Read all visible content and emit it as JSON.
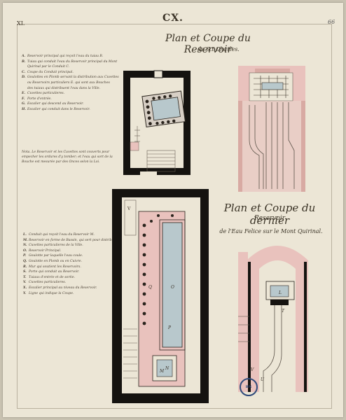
{
  "header": {
    "plate_number": "CX.",
    "sheet_number": "XI.",
    "page_number": "66"
  },
  "titles": {
    "plan1": "Plan et Coupe du Reservoir",
    "plan1_sub": "de S.t Charles.",
    "plan2": "Plan et Coupe du dernier",
    "plan2_sub": "Reservoir",
    "plan2_sub2": "de l'Eau Felice sur le Mont Quirinal."
  },
  "legend1": [
    {
      "key": "A.",
      "text": "Reservoir principal qui reçoit l'eau du tuiau B."
    },
    {
      "key": "B.",
      "text": "Tuiau qui conduit l'eau du Reservoir principal du Mont"
    },
    {
      "key": "",
      "text": "Quirinal par le Conduit C."
    },
    {
      "key": "C.",
      "text": "Coupe du Conduit principal."
    },
    {
      "key": "D.",
      "text": "Goulottes en Plomb servant la distribution aux Cuvettes"
    },
    {
      "key": "",
      "text": "ou Reservoirs particuliers E. qui sont aux Bouches"
    },
    {
      "key": "",
      "text": "des tuiaux qui distribuent l'eau dans la Ville."
    },
    {
      "key": "E.",
      "text": "Cuvettes particulieres."
    },
    {
      "key": "F.",
      "text": "Porte d'entrée."
    },
    {
      "key": "G.",
      "text": "Escalier qui descend au Reservoir."
    },
    {
      "key": "H.",
      "text": "Escalier qui conduit dans le Reservoir."
    }
  ],
  "note": "Nota. Le Reservoir et les Cuvettes sont couverts pour empecher les ordures d'y tomber; et l'eau qui sort de la Bouche est mesurée par des Onces selon la Loi.",
  "legend2": [
    {
      "key": "L.",
      "text": "Conduit qui reçoit l'eau du Reservoir M."
    },
    {
      "key": "M.",
      "text": "Reservoir en forme de Bassin, qui sert pour distribuer l'eau."
    },
    {
      "key": "N.",
      "text": "Cuvettes particulieres de la Ville."
    },
    {
      "key": "O.",
      "text": "Reservoir Principal."
    },
    {
      "key": "P.",
      "text": "Goulotte par laquelle l'eau coule."
    },
    {
      "key": "Q.",
      "text": "Goulotte en Plomb ou en Cuivre."
    },
    {
      "key": "R.",
      "text": "Mur qui soutient les Reservoirs."
    },
    {
      "key": "S.",
      "text": "Porte qui conduit au Reservoir."
    },
    {
      "key": "T.",
      "text": "Tuiaux d'entrée et de sortie."
    },
    {
      "key": "V.",
      "text": "Cuvettes particulieres."
    },
    {
      "key": "X.",
      "text": "Escalier principal au niveau du Reservoir."
    },
    {
      "key": "Y.",
      "text": "Ligne qui indique la Coupe."
    }
  ],
  "stamp": "BN",
  "colors": {
    "wall": "#151310",
    "wash": "#e9c2bd",
    "water": "#b8c8cc",
    "ink": "#4a4035"
  }
}
